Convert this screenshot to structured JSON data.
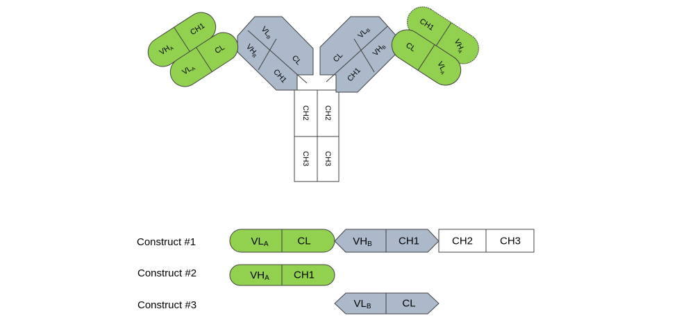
{
  "colors": {
    "green": "#92d050",
    "gray": "#acb9ca",
    "white": "#ffffff",
    "stroke": "#404040"
  },
  "antibody": {
    "left_fab_a": {
      "vh": "VH",
      "vh_sub": "A",
      "ch1": "CH1",
      "vl": "VL",
      "vl_sub": "A",
      "cl": "CL"
    },
    "left_fab_b": {
      "vl": "VL",
      "vl_sub": "B",
      "vh": "VH",
      "vh_sub": "B",
      "cl": "CL",
      "ch1": "CH1"
    },
    "right_fab_b": {
      "vl": "VL",
      "vl_sub": "B",
      "vh": "VH",
      "vh_sub": "B",
      "cl": "CL",
      "ch1": "CH1"
    },
    "right_fab_a": {
      "ch1": "CH1",
      "vh": "VH",
      "vh_sub": "A",
      "cl": "CL",
      "vl": "VL",
      "vl_sub": "A"
    },
    "fc": {
      "left_ch2": "CH2",
      "right_ch2": "CH2",
      "left_ch3": "CH3",
      "right_ch3": "CH3"
    }
  },
  "constructs": [
    {
      "label": "Construct #1",
      "blocks": [
        {
          "main": "VL",
          "sub": "A"
        },
        {
          "main": "CL",
          "sub": ""
        },
        {
          "main": "VH",
          "sub": "B"
        },
        {
          "main": "CH1",
          "sub": ""
        },
        {
          "main": "CH2",
          "sub": ""
        },
        {
          "main": "CH3",
          "sub": ""
        }
      ]
    },
    {
      "label": "Construct #2",
      "blocks": [
        {
          "main": "VH",
          "sub": "A"
        },
        {
          "main": "CH1",
          "sub": ""
        }
      ]
    },
    {
      "label": "Construct #3",
      "blocks": [
        {
          "main": "VL",
          "sub": "B"
        },
        {
          "main": "CL",
          "sub": ""
        }
      ]
    }
  ]
}
